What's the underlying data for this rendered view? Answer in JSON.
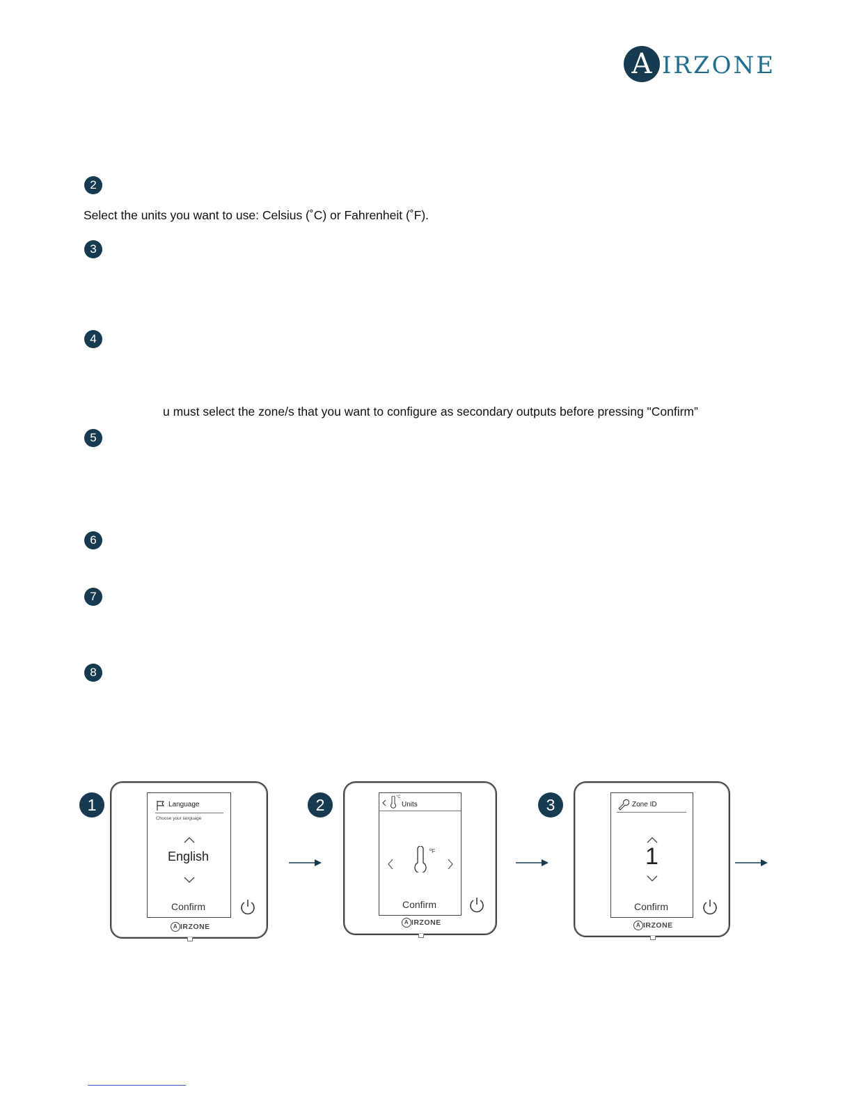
{
  "logo": {
    "letter": "A",
    "text": "IRZONE"
  },
  "steps": [
    {
      "number": "2"
    },
    {
      "number": "3"
    },
    {
      "number": "4"
    },
    {
      "number": "5"
    },
    {
      "number": "6"
    },
    {
      "number": "7"
    },
    {
      "number": "8"
    }
  ],
  "text": {
    "units_instruction": "Select the units you want to use: Celsius (˚C) or Fahrenheit (˚F).",
    "zones_note": "u must select the zone/s that you want to configure as secondary outputs before pressing \"Confirm”"
  },
  "devices": [
    {
      "badge": "1",
      "title": "Language",
      "subtitle": "Choose your language",
      "value": "English",
      "confirm": "Confirm",
      "brand": "IRZONE"
    },
    {
      "badge": "2",
      "title": "Units",
      "unit_small": "°C",
      "unit_label": "ºF",
      "confirm": "Confirm",
      "brand": "IRZONE"
    },
    {
      "badge": "3",
      "title": "Zone ID",
      "value": "1",
      "confirm": "Confirm",
      "brand": "IRZONE"
    }
  ],
  "icons": [
    "flag-icon",
    "thermometer-icon",
    "wrench-icon",
    "chevron-up-icon",
    "chevron-down-icon",
    "chevron-left-icon",
    "chevron-right-icon",
    "power-icon",
    "arrow-right-icon"
  ],
  "colors": {
    "brand_dark": "#163a50",
    "brand_blue": "#1f6e8e",
    "link": "#3b5bcc"
  }
}
